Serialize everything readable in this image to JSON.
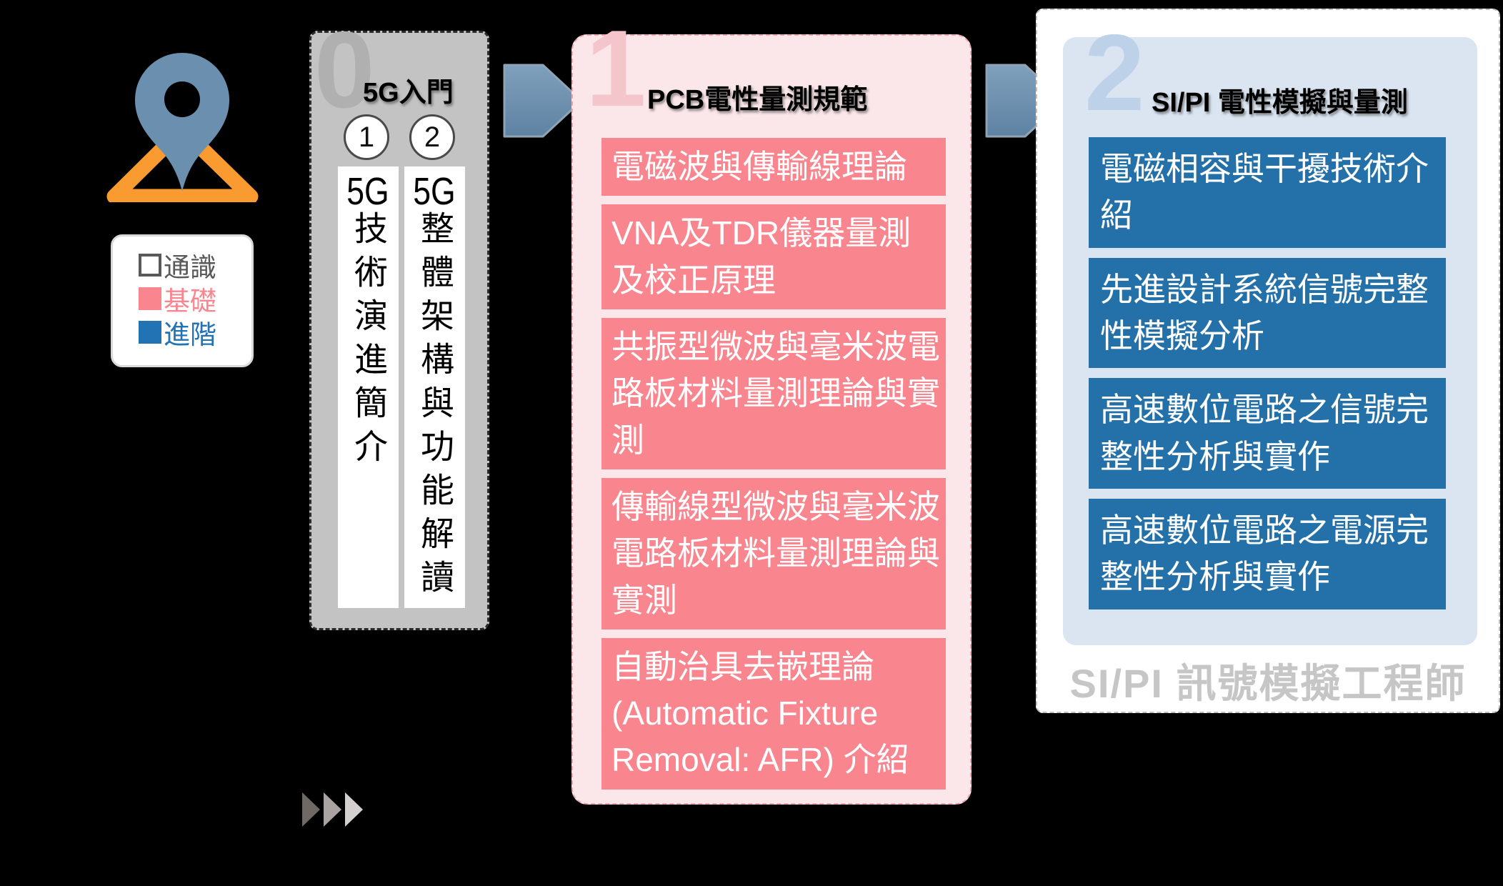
{
  "theme": {
    "bg": "#000000",
    "pin-blue": "#6B90AF",
    "pin-orange": "#F99B30",
    "legend-gray": "#595959",
    "legend-blue": "#2273B4",
    "pink": "#F9868F",
    "pink-bg": "#FBE6E9",
    "pink-border": "#F1A7B0",
    "pink-watermark": "#F4C5CB",
    "blue": "#2471A9",
    "blue-bg": "#DBE5F1",
    "blue-watermark": "#BDD2E8",
    "gray-box": "#C3C3C3",
    "gray-watermark": "#B0B0B0",
    "arrow-fill": "#6B8FAE",
    "arrow-stroke": "#8FA3B5",
    "footer-gray": "#C6C6C6"
  },
  "legend": {
    "items": [
      {
        "label": "通識"
      },
      {
        "label": "基礎"
      },
      {
        "label": "進階"
      }
    ]
  },
  "stage0": {
    "watermark": "0",
    "title": "5G入門",
    "courses": [
      {
        "num": "1",
        "prefix": "5G",
        "body": "技術演進簡介"
      },
      {
        "num": "2",
        "prefix": "5G",
        "body": "整體架構與功能解讀"
      }
    ]
  },
  "stage1": {
    "watermark": "1",
    "title": "PCB電性量測規範",
    "items": [
      "電磁波與傳輸線理論",
      "VNA及TDR儀器量測及校正原理",
      "共振型微波與毫米波電路板材料量測理論與實測",
      "傳輸線型微波與毫米波電路板材料量測理論與實測",
      "自動治具去嵌理論(Automatic Fixture Removal: AFR) 介紹"
    ]
  },
  "stage2": {
    "watermark": "2",
    "title": "SI/PI 電性模擬與量測",
    "items": [
      "電磁相容與干擾技術介紹",
      "先進設計系統信號完整性模擬分析",
      "高速數位電路之信號完整性分析與實作",
      "高速數位電路之電源完整性分析與實作"
    ],
    "footer": "SI/PI 訊號模擬工程師"
  }
}
